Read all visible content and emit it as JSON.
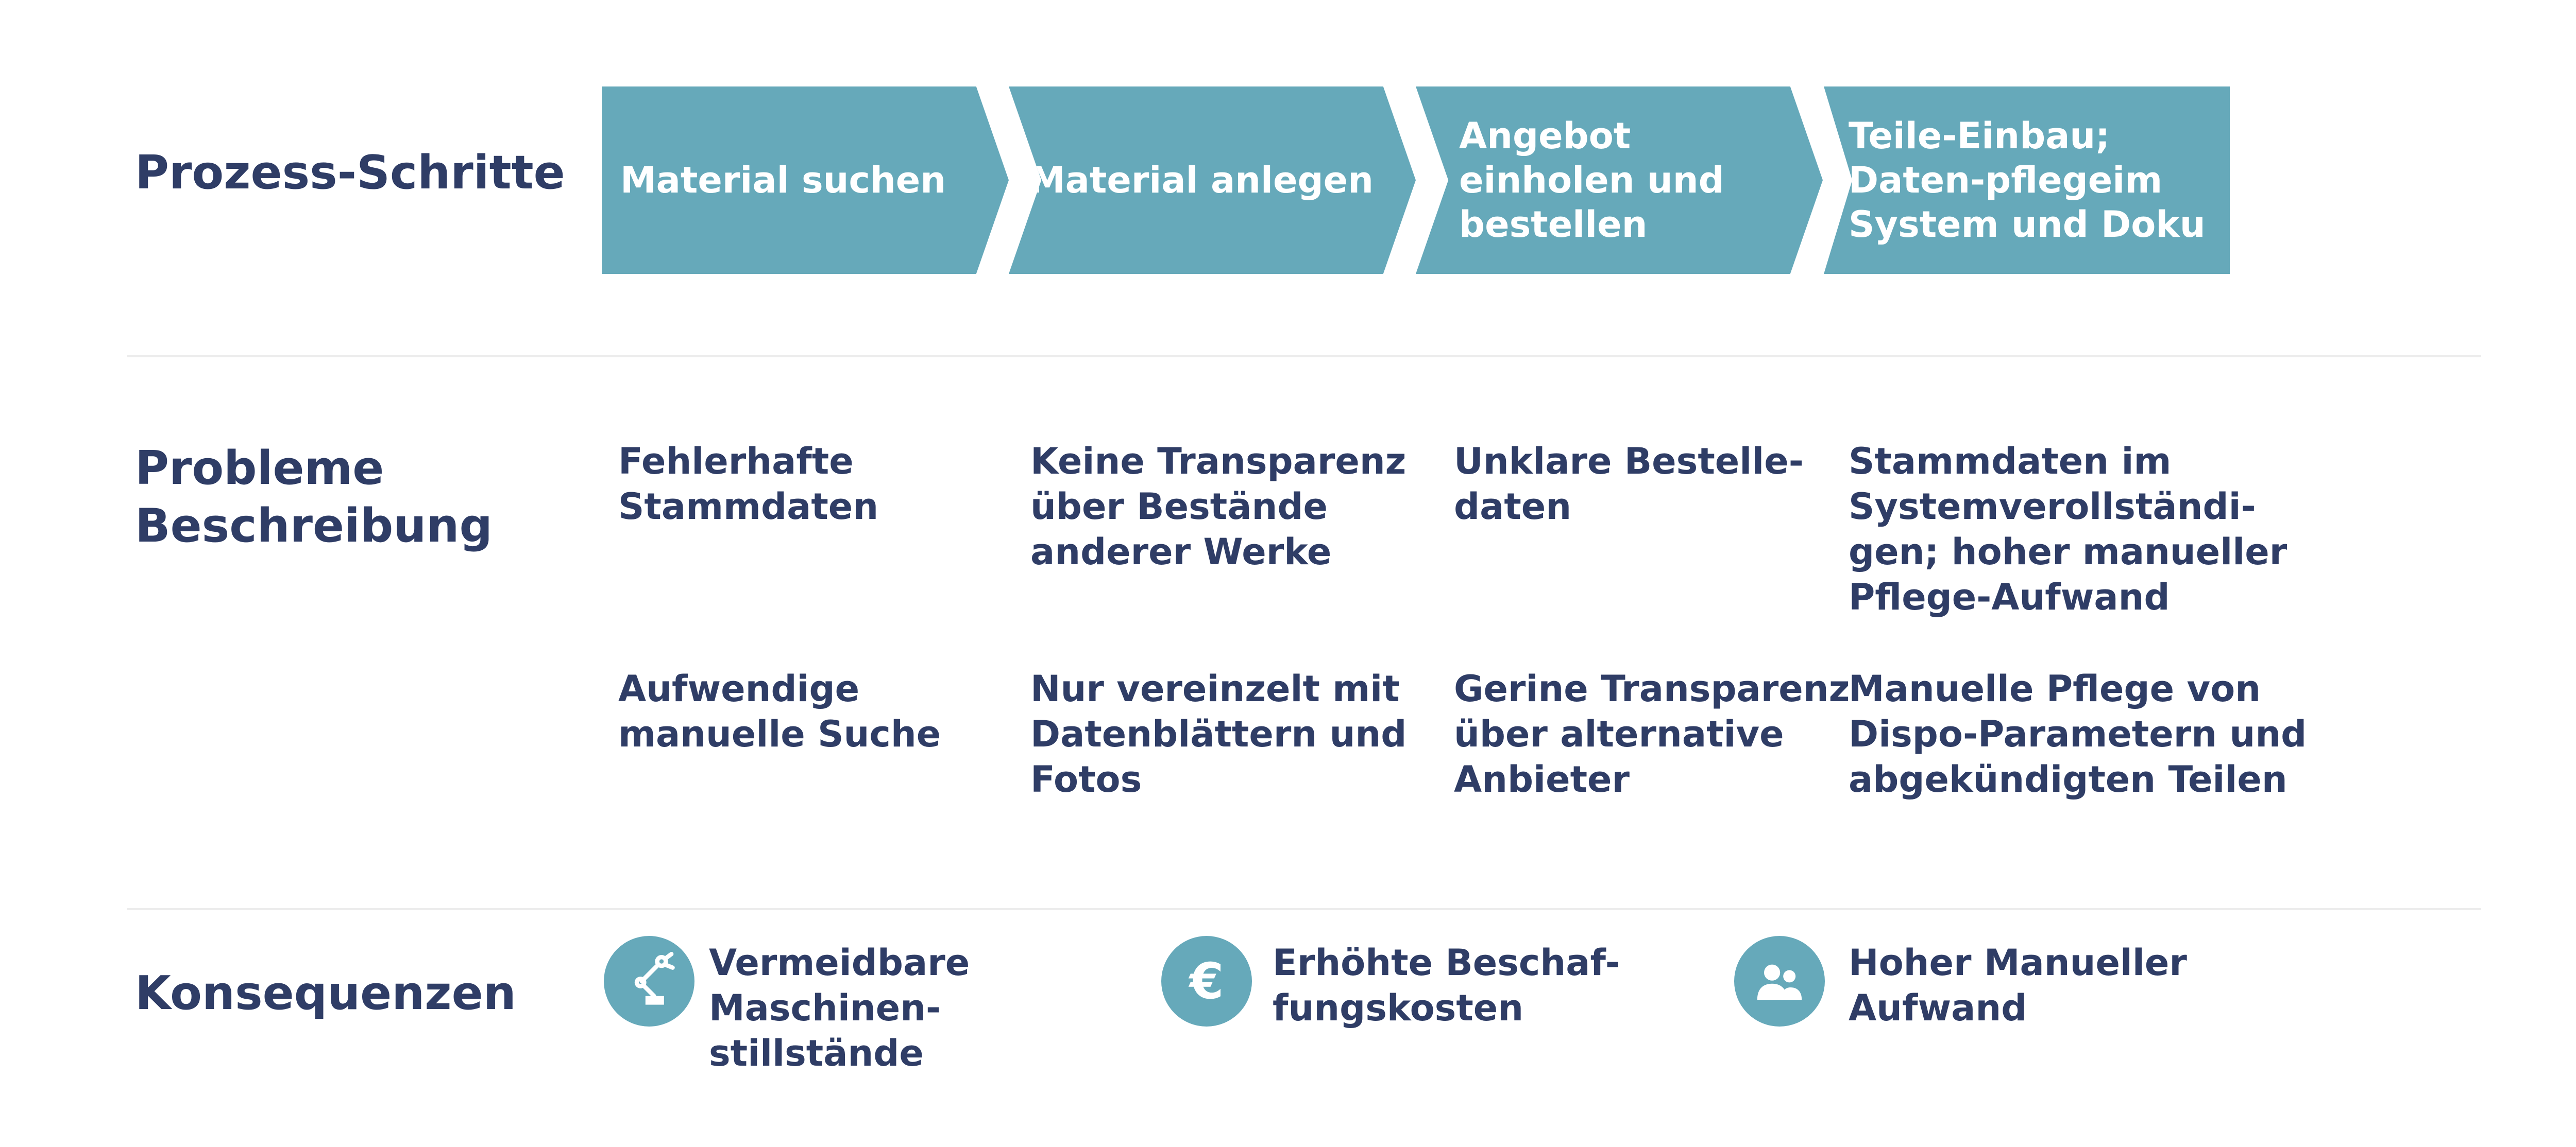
{
  "colors": {
    "accent": "#66a9ba",
    "text": "#2f3d66",
    "divider": "#ececec"
  },
  "rows": {
    "process_label": "Prozess-Schritte",
    "problems_label": "Probleme\nBeschreibung",
    "consequences_label": "Konsequenzen"
  },
  "process_steps": [
    {
      "label": "Material suchen"
    },
    {
      "label": "Material anlegen"
    },
    {
      "label": "Angebot\neinholen und\nbestellen"
    },
    {
      "label": "Teile-Einbau;\nDaten-pflegeim\nSystem und Doku"
    }
  ],
  "problems": {
    "row1": [
      "Fehlerhafte\nStammdaten",
      "Keine Transparenz\nüber Bestände\nanderer Werke",
      "Unklare Bestelle-\ndaten",
      "Stammdaten im\nSystemverollständi-\ngen; hoher manueller\nPflege-Aufwand"
    ],
    "row2": [
      "Aufwendige\nmanuelle Suche",
      "Nur vereinzelt mit\nDatenblättern und\nFotos",
      "Gerine Transparenz\nüber alternative\nAnbieter",
      "Manuelle Pflege von\nDispo-Parametern und\nabgekündigten Teilen"
    ]
  },
  "consequences": [
    {
      "icon": "robot-arm-icon",
      "text": "Vermeidbare\nMaschinen-\nstillstände"
    },
    {
      "icon": "euro-icon",
      "symbol": "€",
      "text": "Erhöhte Beschaf-\nfungskosten"
    },
    {
      "icon": "people-icon",
      "text": "Hoher Manueller\nAufwand"
    }
  ]
}
